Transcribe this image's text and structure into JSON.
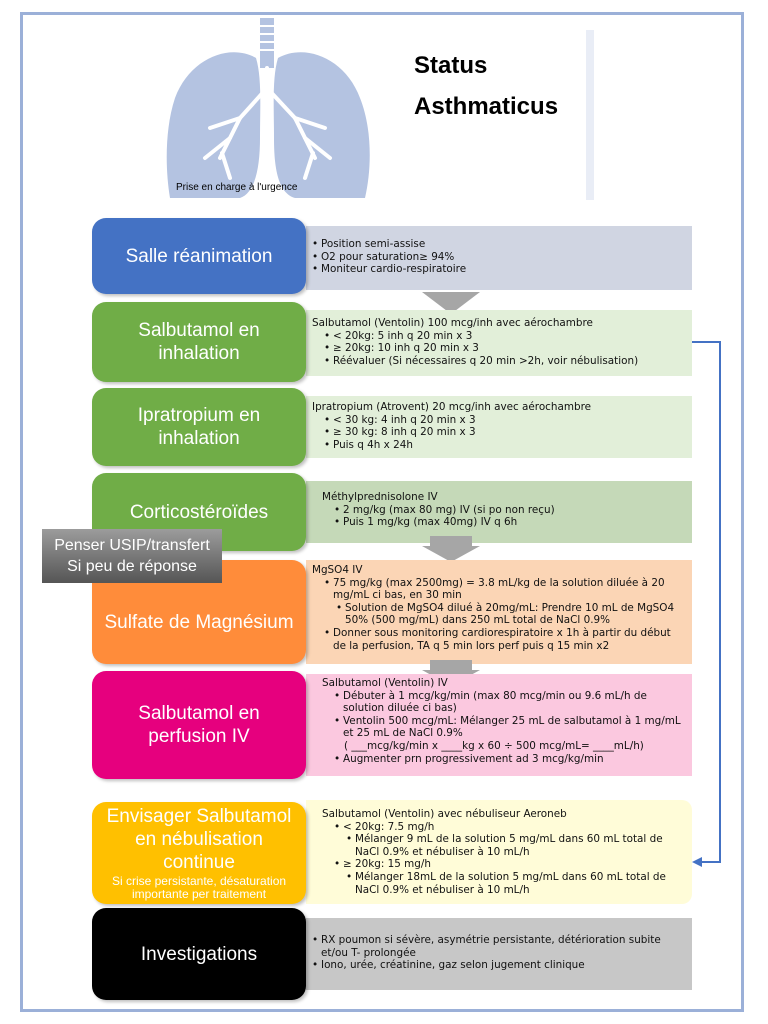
{
  "header": {
    "title_line1": "Status",
    "title_line2": "Asthmaticus",
    "caption": "Prise en charge à l'urgence"
  },
  "colors": {
    "blue": "#4472c4",
    "green": "#70ad47",
    "orange": "#ff8c3a",
    "pink": "#e6007e",
    "yellow": "#ffc000",
    "black": "#000000",
    "lung": "#b4c3e1"
  },
  "icons": {
    "lungs": "lungs-icon",
    "arrow": "chevron-down-arrow"
  },
  "side_note": {
    "line1": "Penser USIP/transfert",
    "line2": "Si peu de réponse"
  },
  "steps": [
    {
      "label": "Salle réanimation",
      "lines": [
        "Position semi-assise",
        "O2 pour saturation≥ 94%",
        "Moniteur cardio-respiratoire"
      ]
    },
    {
      "label": "Salbutamol en inhalation",
      "head": "Salbutamol (Ventolin) 100 mcg/inh avec aérochambre",
      "lines": [
        "< 20kg: 5 inh q 20 min x 3",
        "≥ 20kg: 10 inh q 20 min x 3",
        "Réévaluer (Si nécessaires q 20 min >2h, voir nébulisation)"
      ]
    },
    {
      "label": "Ipratropium en inhalation",
      "head": "Ipratropium (Atrovent) 20 mcg/inh avec aérochambre",
      "lines": [
        "< 30 kg: 4 inh q 20 min x 3",
        "≥ 30 kg: 8 inh q 20 min x 3",
        "Puis q 4h x 24h"
      ]
    },
    {
      "label": "Corticostéroïdes",
      "head": "Méthylprednisolone IV",
      "lines": [
        "2 mg/kg (max 80 mg) IV (si po non reçu)",
        "Puis 1 mg/kg (max 40mg) IV q 6h"
      ]
    },
    {
      "label": "Sulfate de Magnésium",
      "head": "MgSO4 IV",
      "lines": [
        "75 mg/kg (max 2500mg) = 3.8 mL/kg de la solution diluée à 20 mg/mL ci bas, en 30 min",
        "Solution de MgSO4 dilué à 20mg/mL: Prendre 10 mL de MgSO4 50% (500 mg/mL) dans 250 mL total de NaCl 0.9%",
        "Donner sous monitoring cardiorespiratoire x 1h à partir du début de la perfusion, TA q 5 min lors perf puis q 15 min x2"
      ]
    },
    {
      "label": "Salbutamol en perfusion IV",
      "head": "Salbutamol (Ventolin) IV",
      "lines": [
        "Débuter à 1 mcg/kg/min (max 80 mcg/min ou 9.6 mL/h de solution diluée ci bas)",
        "Ventolin 500 mcg/mL: Mélanger 25 mL de salbutamol à 1 mg/mL et 25 mL de NaCl 0.9%",
        "( ___mcg/kg/min x ____kg x 60 ÷ 500 mcg/mL= ____mL/h)",
        "Augmenter prn progressivement ad 3 mcg/kg/min"
      ]
    },
    {
      "label": "Envisager Salbutamol en nébulisation continue",
      "sub": "Si crise persistante, désaturation importante per traitement",
      "head": "Salbutamol (Ventolin) avec nébuliseur Aeroneb",
      "lines": [
        "< 20kg: 7.5 mg/h",
        "Mélanger 9 mL de la solution 5 mg/mL dans 60 mL total de NaCl 0.9% et nébuliser à 10 mL/h",
        "≥ 20kg: 15 mg/h",
        "Mélanger 18mL de la solution 5 mg/mL dans 60 mL total de NaCl 0.9% et nébuliser à 10 mL/h"
      ]
    },
    {
      "label": "Investigations",
      "lines": [
        "RX poumon si sévère, asymétrie persistante, détérioration subite et/ou T- prolongée",
        "Iono, urée, créatinine, gaz selon jugement clinique"
      ]
    }
  ]
}
